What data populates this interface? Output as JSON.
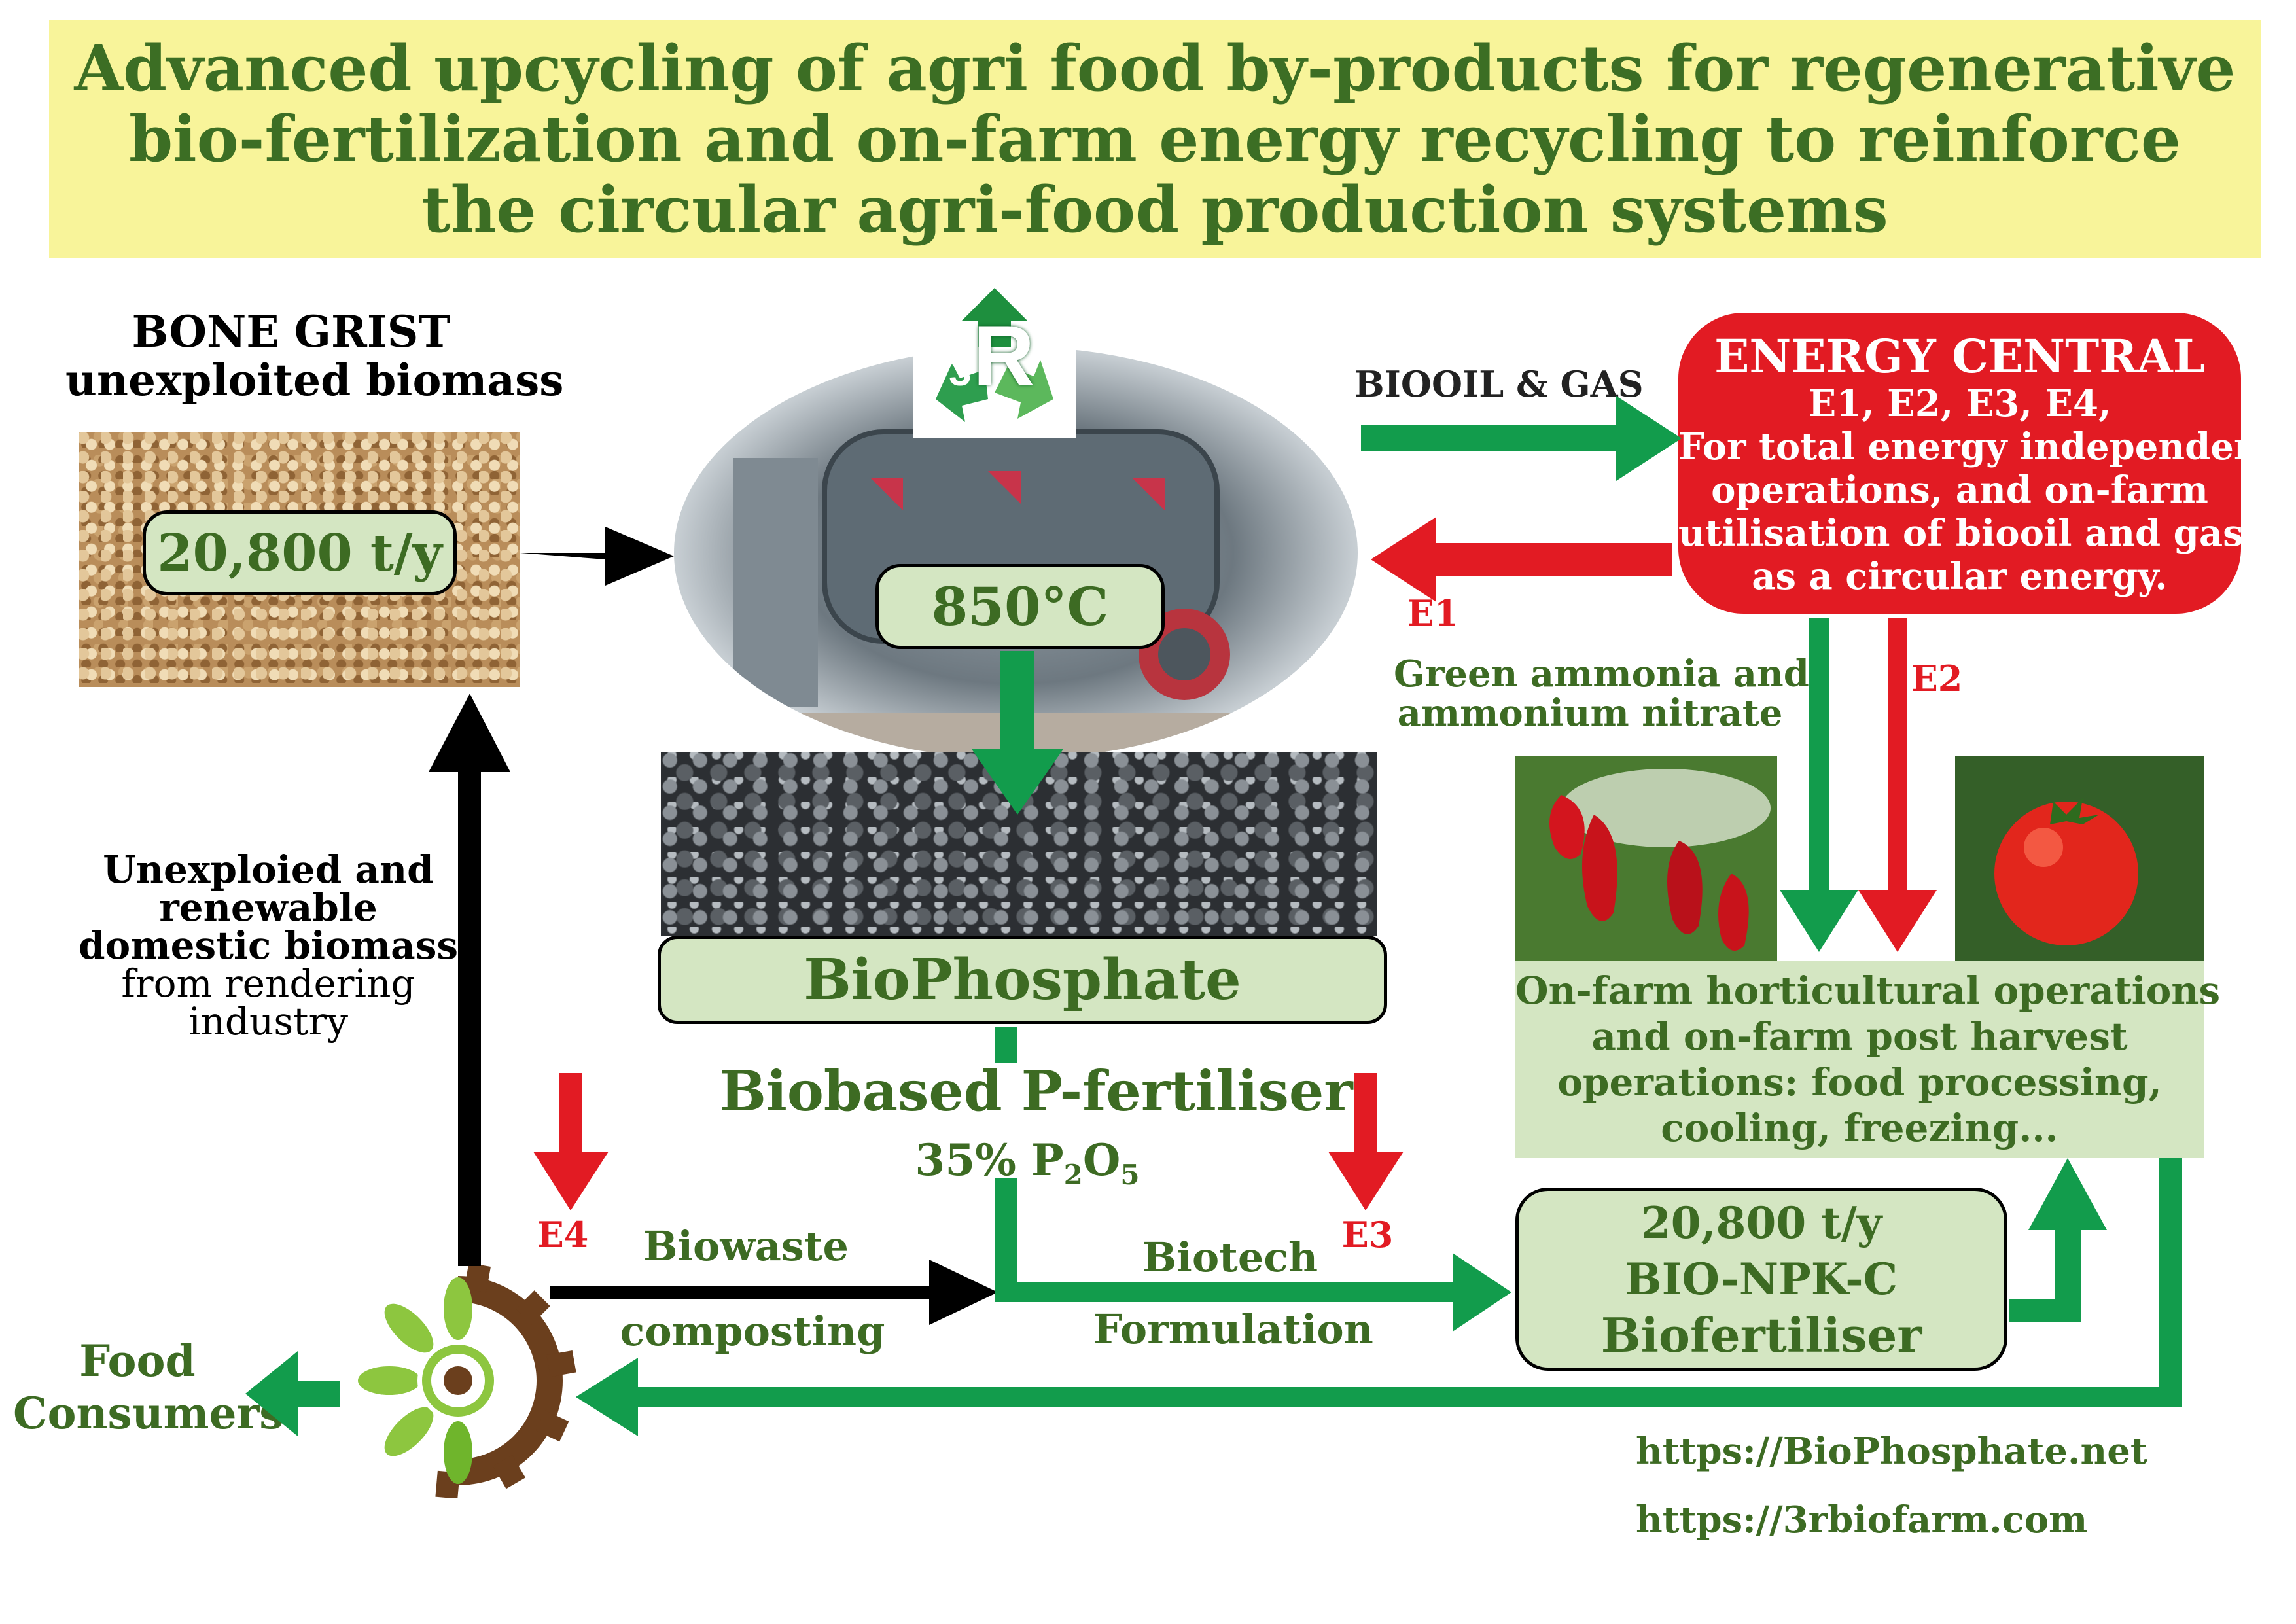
{
  "title": {
    "line1": "Advanced upcycling of agri food by-products for regenerative",
    "line2": "bio-fertilization and on-farm energy recycling to reinforce",
    "line3": "the circular agri-food production systems"
  },
  "bone_grist": {
    "heading1": "BONE GRIST",
    "heading2": "unexploited biomass",
    "amount": "20,800 t/y"
  },
  "reactor": {
    "temperature": "850°C",
    "logo_letter": "R",
    "logo_number": "3"
  },
  "flows": {
    "biooil_gas": "BIOOIL & GAS",
    "e1": "E1",
    "e2": "E2",
    "e3": "E3",
    "e4": "E4",
    "green_ammonia_1": "Green ammonia and",
    "green_ammonia_2": "ammonium nitrate",
    "biowaste": "Biowaste",
    "composting": "composting",
    "biotech": "Biotech",
    "formulation": "Formulation"
  },
  "energy_central": {
    "title": "ENERGY CENTRAL",
    "line1": "E1, E2, E3, E4,",
    "line2": "For total energy independent",
    "line3": "operations, and on-farm",
    "line4": "utilisation of biooil and gas",
    "line5": "as a circular energy."
  },
  "biophosphate": {
    "label": "BioPhosphate",
    "subtitle": "Biobased P-fertiliser",
    "content_prefix": "35% P",
    "content_sub1": "2",
    "content_mid": "O",
    "content_sub2": "5"
  },
  "domestic_biomass": {
    "line1": "Unexploied and",
    "line2": "renewable",
    "line3": "domestic biomass",
    "line4": "from rendering",
    "line5": "industry"
  },
  "horticulture": {
    "line1": "On-farm horticultural operations",
    "line2": "and on-farm post harvest",
    "line3": "operations: food processing,",
    "line4": "cooling, freezing..."
  },
  "biofertiliser": {
    "amount": "20,800 t/y",
    "name": "BIO-NPK-C",
    "type": "Biofertiliser"
  },
  "consumers": {
    "line1": "Food",
    "line2": "Consumers"
  },
  "links": {
    "url1": "https://BioPhosphate.net",
    "url2": "https://3rbiofarm.com"
  },
  "colors": {
    "title_band": "#f8f49a",
    "title_text": "#3c6e24",
    "green_arrow": "#129c4c",
    "red_arrow": "#e21b23",
    "pill_fill": "#d4e6c2",
    "gear_brown": "#6b3f1d",
    "leaf_green": "#8dc63f"
  }
}
